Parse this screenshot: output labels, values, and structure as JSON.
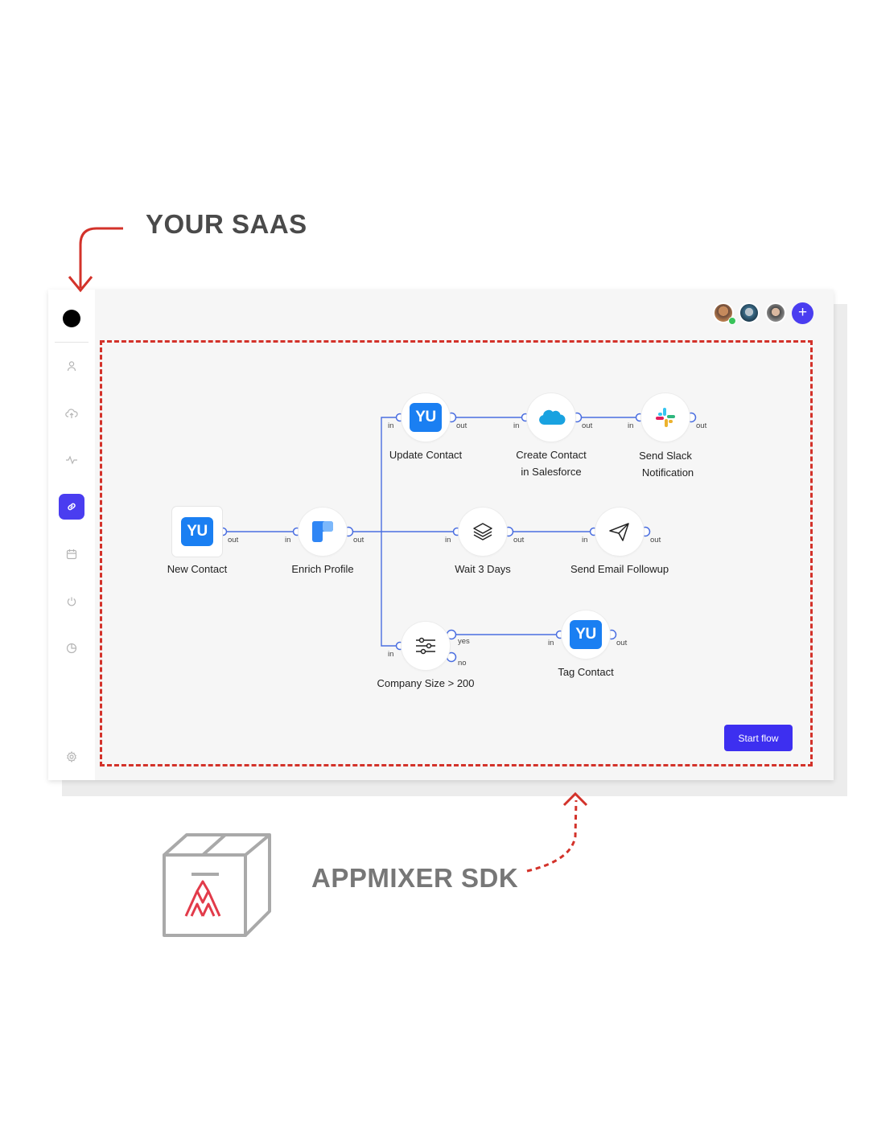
{
  "callouts": {
    "your_saas": "YOUR SAAS",
    "appmixer_sdk": "APPMIXER SDK"
  },
  "colors": {
    "accent": "#4a3df0",
    "annotation_red": "#d3322a",
    "connector_blue": "#4a6ee0",
    "yu_blue": "#1a7ff2"
  },
  "header": {
    "avatars": [
      "avatar-user-1",
      "avatar-user-2",
      "avatar-user-3"
    ],
    "add_user_symbol": "+"
  },
  "sidebar": {
    "items": [
      {
        "icon": "user-icon"
      },
      {
        "icon": "cloud-upload-icon"
      },
      {
        "icon": "activity-icon"
      },
      {
        "icon": "link-icon",
        "active": true
      },
      {
        "icon": "calendar-icon"
      },
      {
        "icon": "power-icon"
      },
      {
        "icon": "pie-chart-icon"
      },
      {
        "icon": "settings-icon"
      }
    ]
  },
  "flow": {
    "nodes": {
      "new_contact": {
        "label": "New Contact",
        "icon": "YU",
        "out": "out"
      },
      "enrich_profile": {
        "label": "Enrich Profile",
        "in": "in",
        "out": "out"
      },
      "update_contact": {
        "label": "Update Contact",
        "icon": "YU",
        "in": "in",
        "out": "out"
      },
      "create_contact": {
        "label_line1": "Create Contact",
        "label_line2": "in Salesforce",
        "in": "in",
        "out": "out"
      },
      "send_slack": {
        "label_line1": "Send Slack",
        "label_line2": "Notification",
        "in": "in",
        "out": "out"
      },
      "wait": {
        "label": "Wait 3 Days",
        "in": "in",
        "out": "out"
      },
      "send_email": {
        "label": "Send Email Followup",
        "in": "in",
        "out": "out"
      },
      "company_size": {
        "label": "Company Size > 200",
        "in": "in",
        "yes": "yes",
        "no": "no"
      },
      "tag_contact": {
        "label": "Tag Contact",
        "icon": "YU",
        "in": "in",
        "out": "out"
      }
    }
  },
  "start_button": "Start flow"
}
